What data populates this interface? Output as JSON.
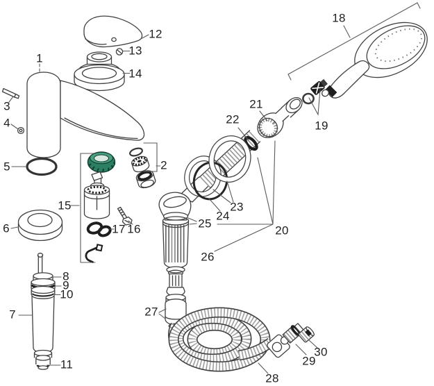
{
  "figure": {
    "kind": "exploded-parts-diagram"
  },
  "colors": {
    "line": "#3f3f3f",
    "label": "#1f1f1f",
    "dark": "#1e1e1e",
    "green": "#2c7f63",
    "green_light": "#4a9e81",
    "green_pale": "#d9e8e1",
    "green_dark": "#14402f",
    "bg": "#ffffff"
  },
  "callouts": [
    {
      "label": "1"
    },
    {
      "label": "2"
    },
    {
      "label": "3"
    },
    {
      "label": "4"
    },
    {
      "label": "5"
    },
    {
      "label": "6"
    },
    {
      "label": "7"
    },
    {
      "label": "8"
    },
    {
      "label": "9"
    },
    {
      "label": "10"
    },
    {
      "label": "11"
    },
    {
      "label": "12"
    },
    {
      "label": "13"
    },
    {
      "label": "14"
    },
    {
      "label": "15"
    },
    {
      "label": "16"
    },
    {
      "label": "17"
    },
    {
      "label": "18"
    },
    {
      "label": "19"
    },
    {
      "label": "20"
    },
    {
      "label": "21"
    },
    {
      "label": "22"
    },
    {
      "label": "23"
    },
    {
      "label": "24"
    },
    {
      "label": "25"
    },
    {
      "label": "26"
    },
    {
      "label": "27"
    },
    {
      "label": "28"
    },
    {
      "label": "29"
    },
    {
      "label": "30"
    }
  ]
}
